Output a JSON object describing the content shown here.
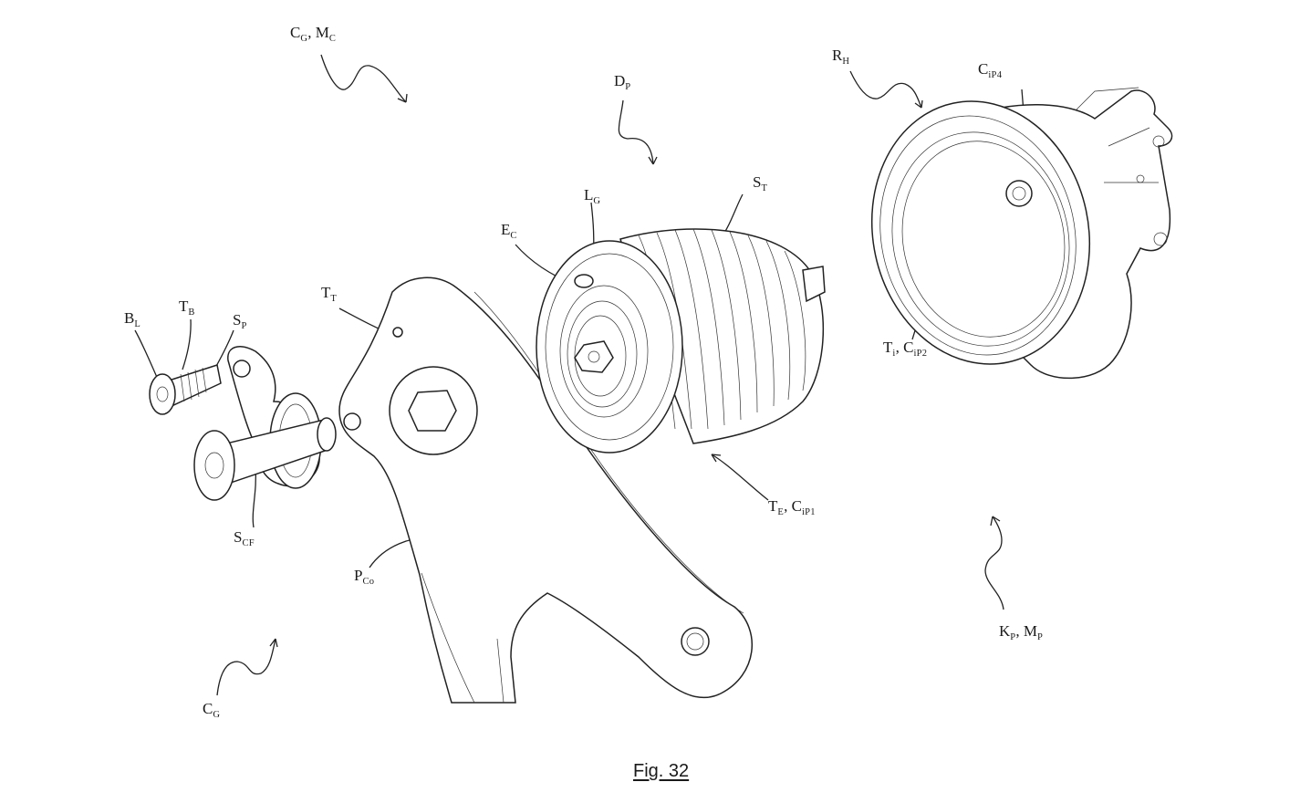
{
  "labels": {
    "cg_mc": {
      "a": "C",
      "as": "G",
      "b": ", M",
      "bs": "C"
    },
    "dp": {
      "a": "D",
      "as": "P"
    },
    "rh": {
      "a": "R",
      "as": "H"
    },
    "cip4": {
      "a": "C",
      "as": "iP4"
    },
    "st": {
      "a": "S",
      "as": "T"
    },
    "lg": {
      "a": "L",
      "as": "G"
    },
    "ec": {
      "a": "E",
      "as": "C"
    },
    "tt": {
      "a": "T",
      "as": "T"
    },
    "bl": {
      "a": "B",
      "as": "L"
    },
    "tb": {
      "a": "T",
      "as": "B"
    },
    "sp": {
      "a": "S",
      "as": "P"
    },
    "scf": {
      "a": "S",
      "as": "CF"
    },
    "pco": {
      "a": "P",
      "as": "Co"
    },
    "te_cip1": {
      "a": "T",
      "as": "E",
      "b": ", C",
      "bs": "iP1"
    },
    "ti_cip2": {
      "a": "T",
      "as": "i",
      "b": ", C",
      "bs": "iP2"
    },
    "kp_mp": {
      "a": "K",
      "as": "P",
      "b": ", M",
      "bs": "P"
    },
    "cg": {
      "a": "C",
      "as": "G"
    }
  },
  "caption": "Fig. 32"
}
